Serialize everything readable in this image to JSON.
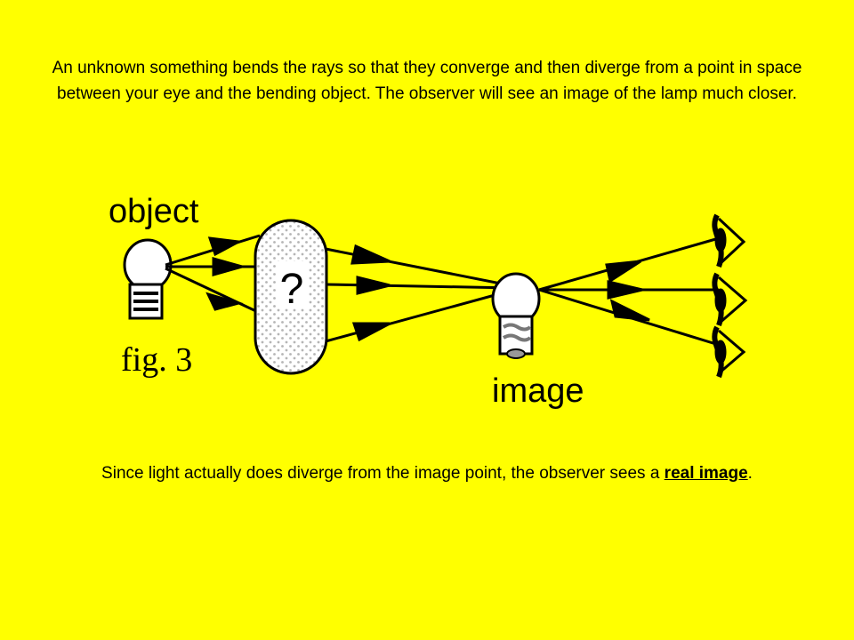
{
  "colors": {
    "background": "#ffff00",
    "ink": "#000000",
    "bulb": "#ffffff",
    "dots": "#b5b5b5"
  },
  "intro_text": "An unknown something bends the rays so that they converge and then diverge from a point in space between your eye and the bending object.  The observer will see an image of the lamp much closer.",
  "diagram": {
    "object_label": "object",
    "image_label": "image",
    "figure_label": "fig. 3",
    "unknown_symbol": "?"
  },
  "conclusion": {
    "before": "Since light actually does diverge from the image point, the observer sees a ",
    "term": "real image",
    "after": "."
  }
}
